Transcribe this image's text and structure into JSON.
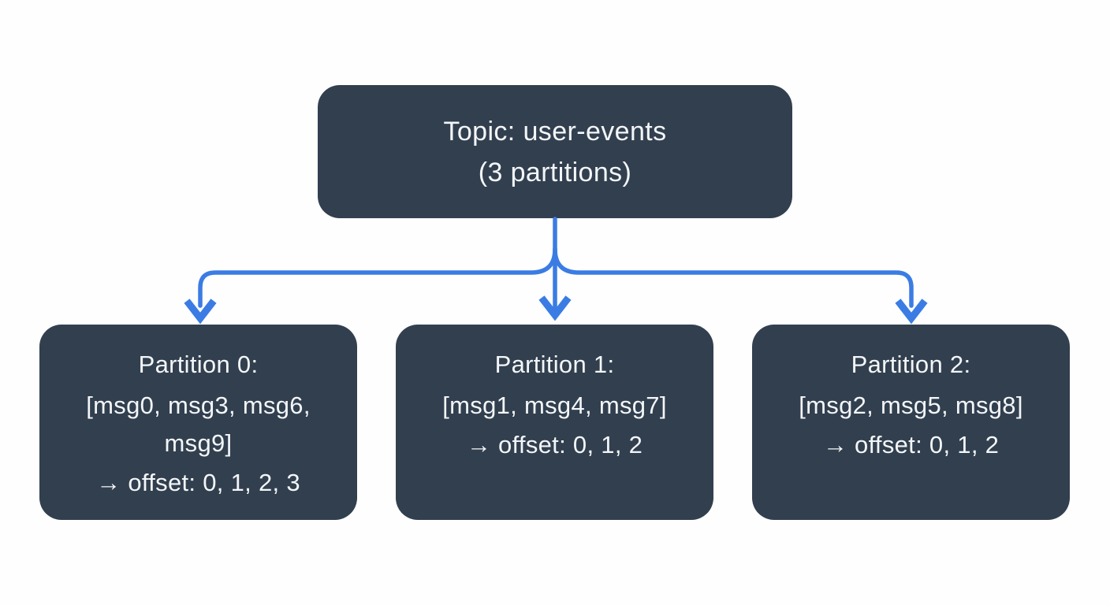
{
  "colors": {
    "background": "#fefefe",
    "box_fill": "#323f4f",
    "box_text": "#f3f6f8",
    "arrow": "#3b7ce4"
  },
  "topic": {
    "line1": "Topic: user-events",
    "line2": "(3 partitions)"
  },
  "partitions": [
    {
      "title": "Partition 0:",
      "messages": "[msg0, msg3, msg6, msg9]",
      "offsets": "→ offset: 0, 1, 2, 3"
    },
    {
      "title": "Partition 1:",
      "messages": "[msg1, msg4, msg7]",
      "offsets": "→ offset: 0, 1, 2"
    },
    {
      "title": "Partition 2:",
      "messages": "[msg2, msg5, msg8]",
      "offsets": "→ offset: 0, 1, 2"
    }
  ]
}
